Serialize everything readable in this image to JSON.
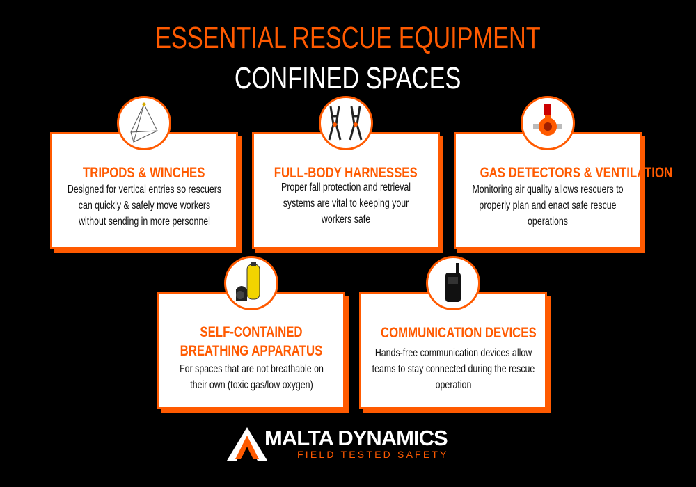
{
  "header": {
    "title": "ESSENTIAL RESCUE EQUIPMENT",
    "subtitle": "CONFINED SPACES"
  },
  "cards": [
    {
      "title": "TRIPODS & WINCHES",
      "description": "Designed for vertical entries so rescuers can quickly & safely move workers without sending in more personnel",
      "icon": "tripod-icon"
    },
    {
      "title": "FULL-BODY HARNESSES",
      "description": "Proper fall protection and retrieval systems are vital to keeping your workers safe",
      "icon": "harness-icon"
    },
    {
      "title": "GAS DETECTORS & VENTILATION",
      "description": "Monitoring air quality allows rescuers to properly plan and enact safe rescue operations",
      "icon": "gas-detector-icon"
    },
    {
      "title_line1": "SELF-CONTAINED",
      "title_line2": "BREATHING APPARATUS",
      "description": "For spaces that are not breathable on their own (toxic gas/low oxygen)",
      "icon": "scba-tank-icon"
    },
    {
      "title": "COMMUNICATION DEVICES",
      "description": "Hands-free communication devices allow teams to stay connected during the rescue operation",
      "icon": "radio-icon"
    }
  ],
  "footer": {
    "brand": "MALTA DYNAMICS",
    "tagline": "FIELD TESTED SAFETY"
  },
  "colors": {
    "accent": "#ff5a00",
    "background": "#000000",
    "card": "#ffffff"
  }
}
